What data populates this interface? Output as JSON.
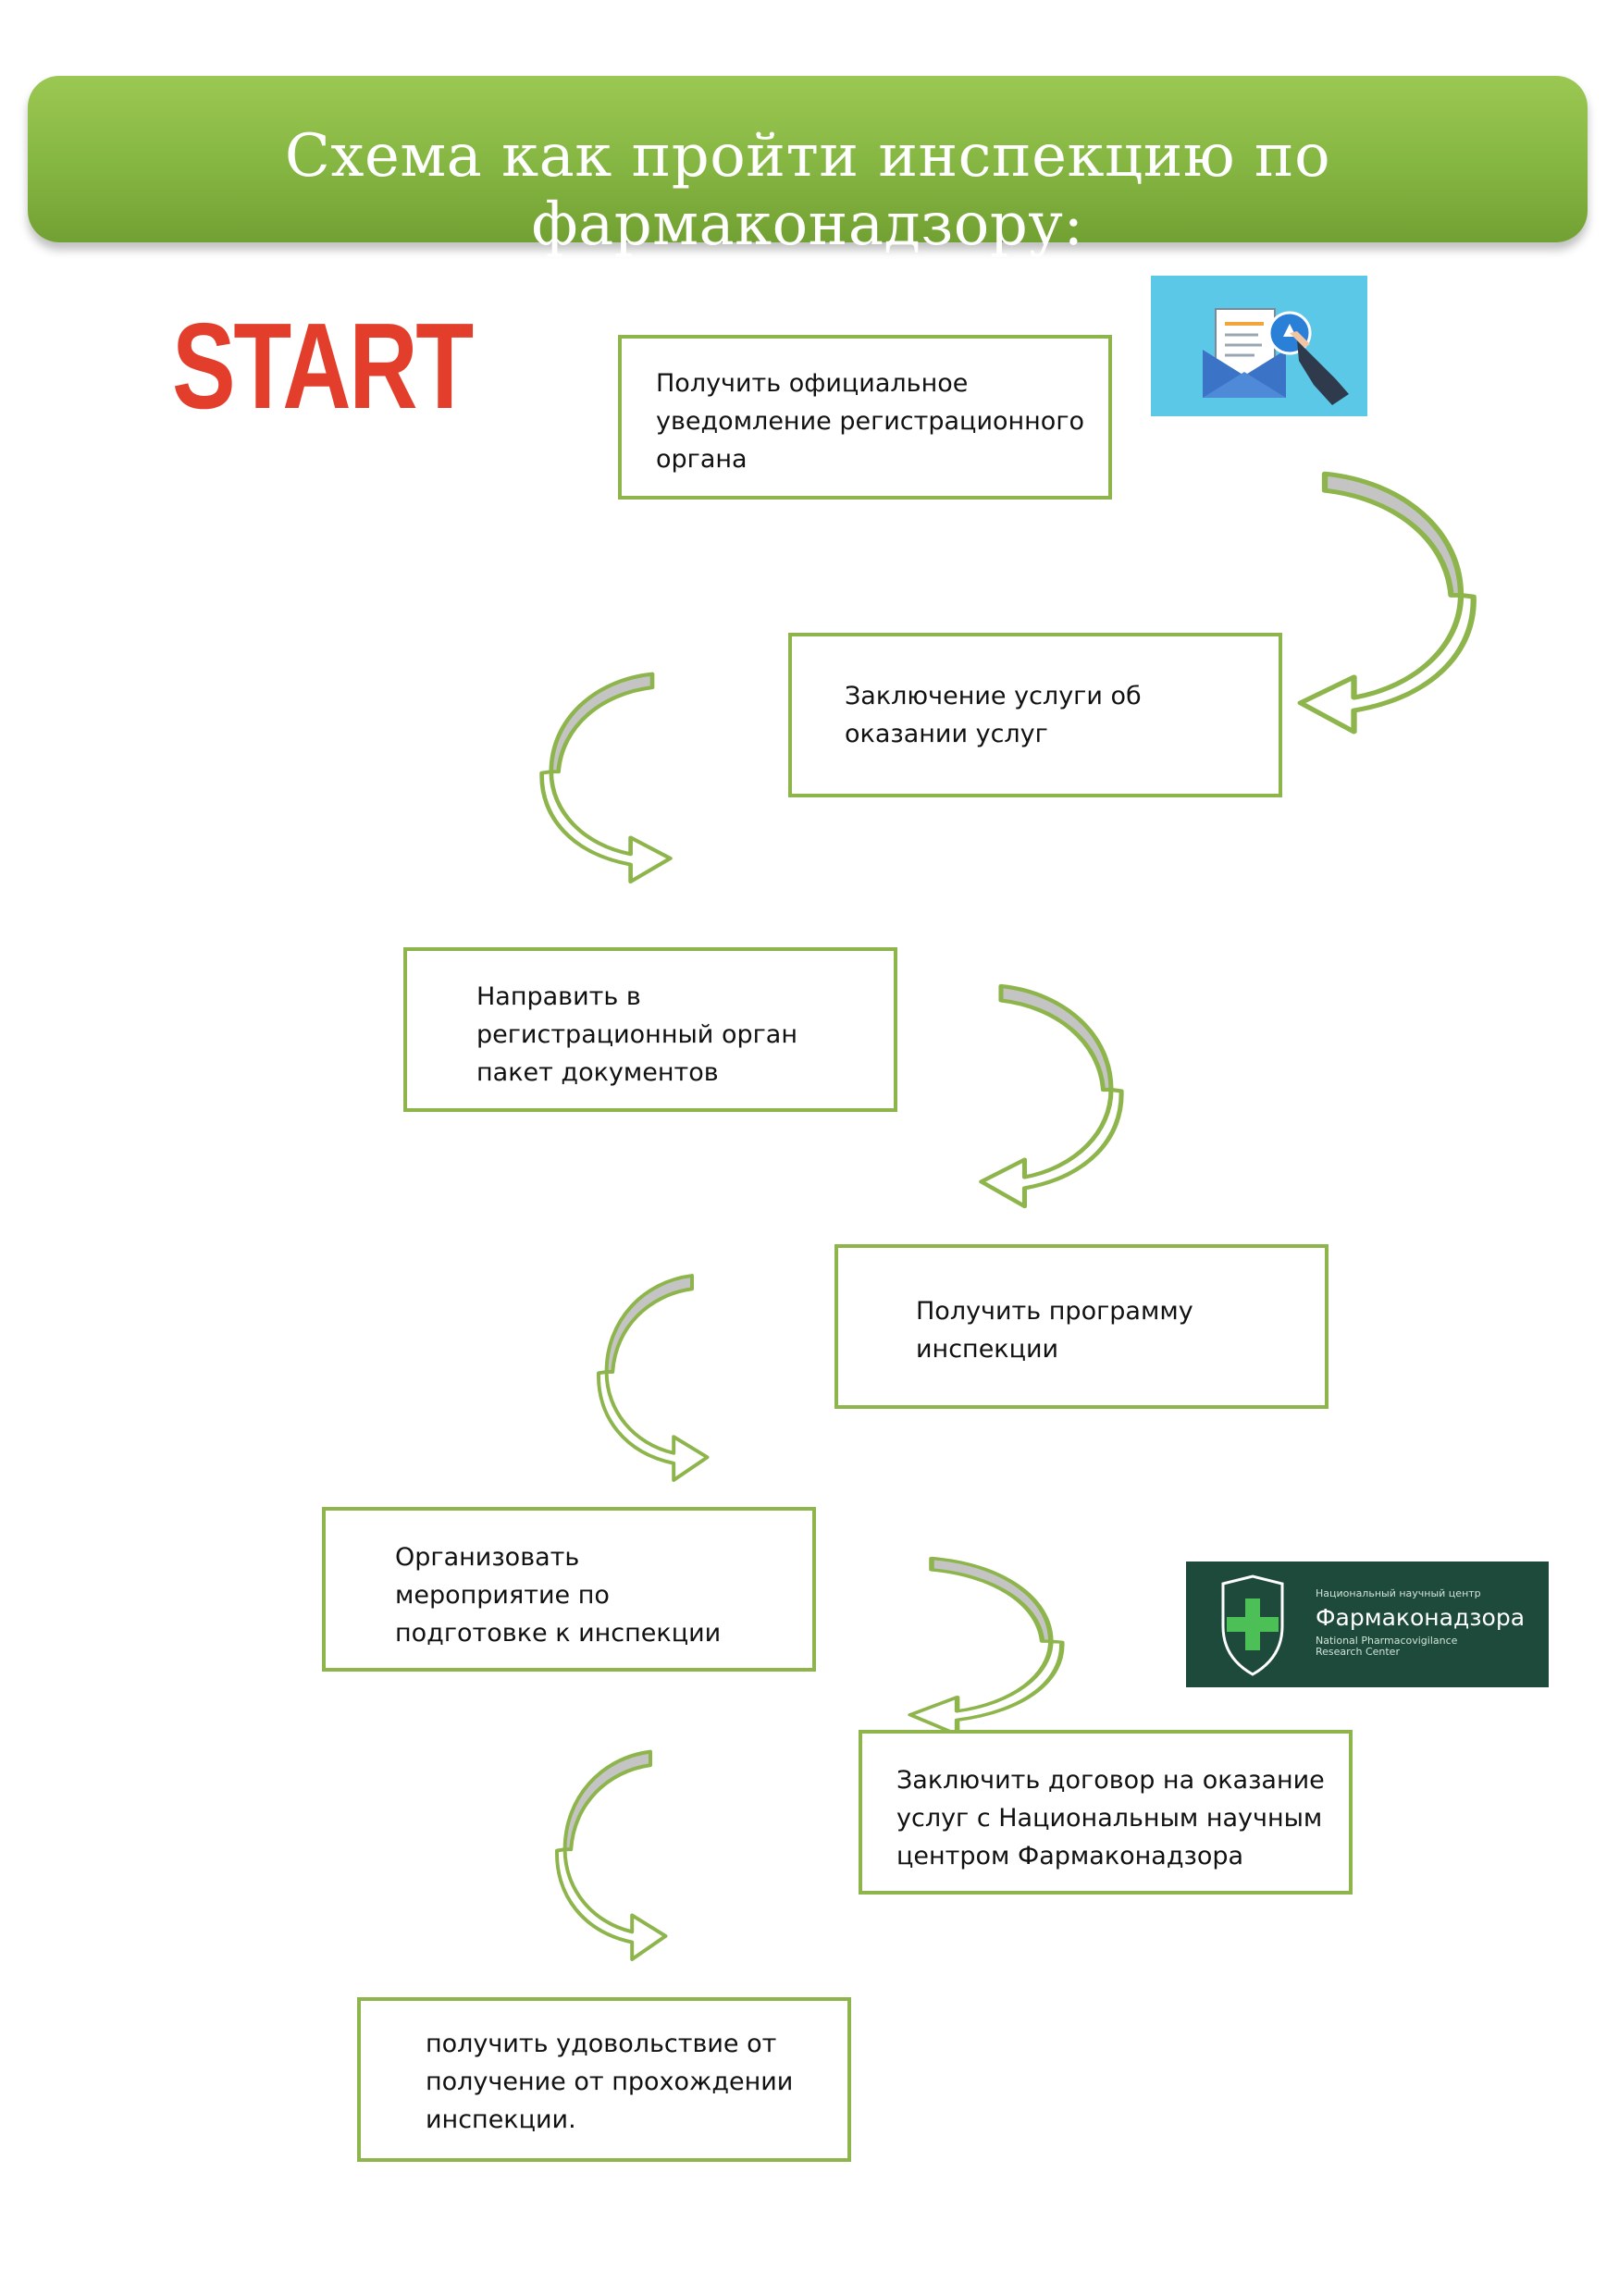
{
  "title": "Схема как пройти инспекцию по фармаконадзору:",
  "start_label": "START",
  "steps": [
    "Получить официальное\nуведомление регистрационного\nоргана",
    "Заключение услуги об\nоказании услуг",
    "Направить в\nрегистрационный орган\nпакет документов",
    "Получить программу\nинспекции",
    "Организовать\nмероприятие по\nподготовке к инспекции",
    "Заключить договор на оказание\nуслуг с Национальным научным\nцентром Фармаконадзора",
    "получить удовольствие от\nполучение от прохождении\nинспекции."
  ],
  "logo": {
    "small_text": "Национальный научный центр",
    "name": "Фармаконадзора",
    "english": "National Pharmacovigilance Research Center"
  },
  "icons": [
    "mail-notification-icon",
    "pharmacovigilance-logo-icon",
    "curved-arrow-icon"
  ],
  "colors": {
    "accent_green": "#8db54b",
    "banner_green": "#88b844",
    "start_red": "#e33e2b",
    "logo_bg": "#1e4a3b",
    "arrow_fill": "#c4c4c4",
    "mail_bg": "#5bc8e8"
  }
}
